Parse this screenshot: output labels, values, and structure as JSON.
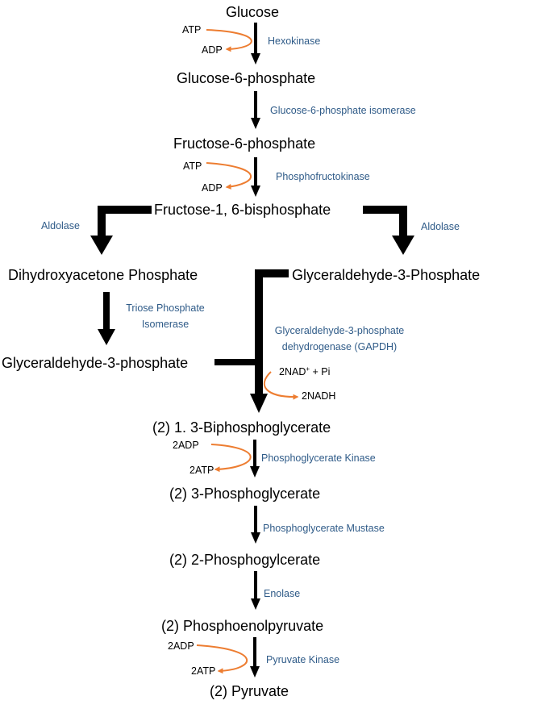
{
  "colors": {
    "main_arrow": "#000000",
    "cofactor_arrow": "#ed7d31",
    "enzyme_text": "#2f5b88",
    "metabolite_text": "#000000"
  },
  "metabolites": {
    "glucose": "Glucose",
    "g6p": "Glucose-6-phosphate",
    "f6p": "Fructose-6-phosphate",
    "f16bp": "Fructose-1, 6-bisphosphate",
    "dhap": "Dihydroxyacetone Phosphate",
    "g3p_right": "Glyceraldehyde-3-Phosphate",
    "g3p_left": "Glyceraldehyde-3-phosphate",
    "bpg13": "(2) 1. 3-Biphosphoglycerate",
    "pg3": "(2) 3-Phosphoglycerate",
    "pg2": "(2) 2-Phosphogylcerate",
    "pep": "(2) Phosphoenolpyruvate",
    "pyruvate": "(2) Pyruvate"
  },
  "enzymes": {
    "hexokinase": "Hexokinase",
    "g6p_isomerase": "Glucose-6-phosphate isomerase",
    "pfk": "Phosphofructokinase",
    "aldolase_left": "Aldolase",
    "aldolase_right": "Aldolase",
    "tpi_line1": "Triose Phosphate",
    "tpi_line2": "Isomerase",
    "gapdh_line1": "Glyceraldehyde-3-phosphate",
    "gapdh_line2": "dehydrogenase (GAPDH)",
    "pgk": "Phosphoglycerate Kinase",
    "pgm": "Phosphoglycerate Mustase",
    "enolase": "Enolase",
    "pk": "Pyruvate Kinase"
  },
  "cofactors": {
    "hk_in": "ATP",
    "hk_out": "ADP",
    "pfk_in": "ATP",
    "pfk_out": "ADP",
    "gapdh_in_main": "2NAD",
    "gapdh_in_sup": "+",
    "gapdh_in_rest": " + Pi",
    "gapdh_out": "2NADH",
    "pgk_in": "2ADP",
    "pgk_out": "2ATP",
    "pk_in": "2ADP",
    "pk_out": "2ATP"
  }
}
